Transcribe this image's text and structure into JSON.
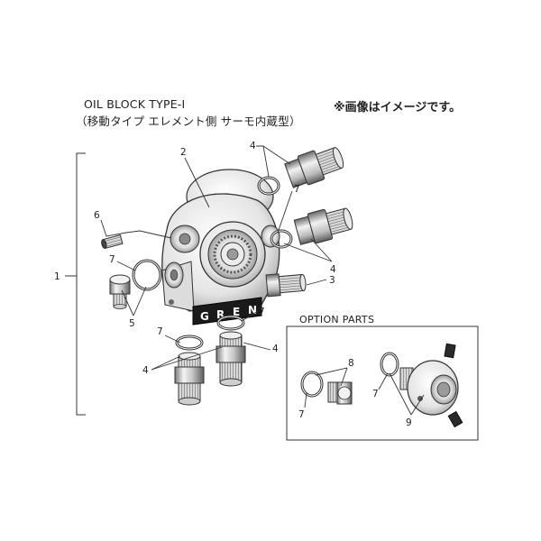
{
  "title_line1": "OIL BLOCK TYPE-I",
  "title_line2": "（移動タイプ エレメント側 サーモ内蔵型）",
  "note": "※画像はイメージです。",
  "option_label": "OPTION PARTS",
  "badge_letters": [
    "G",
    "R",
    "E",
    "N"
  ],
  "callouts": {
    "c1": "1",
    "c2": "2",
    "c3": "3",
    "c4a": "4",
    "c4b": "4",
    "c4c": "4",
    "c4d": "4",
    "c5": "5",
    "c6": "6",
    "c7a": "7",
    "c7b": "7",
    "c7c": "7",
    "c7d": "7",
    "c7e": "7",
    "c7f": "7",
    "c8": "8",
    "c9": "9"
  }
}
